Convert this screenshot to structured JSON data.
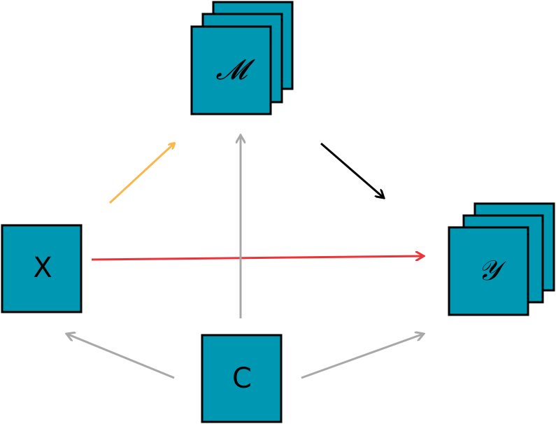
{
  "nodes": {
    "x": {
      "label": "X"
    },
    "m": {
      "label": "𝓜"
    },
    "y": {
      "label": "𝒴"
    },
    "c": {
      "label": "C"
    }
  },
  "colors": {
    "node_fill": "#0097b2",
    "node_stroke": "#000000",
    "arrow_x_to_m": "#f8b84e",
    "arrow_m_to_y": "#000000",
    "arrow_x_to_y": "#ee3338",
    "arrow_confounder": "#a8a8a8"
  },
  "edges": [
    {
      "from": "X",
      "to": "M",
      "color": "orange"
    },
    {
      "from": "M",
      "to": "Y",
      "color": "black"
    },
    {
      "from": "X",
      "to": "Y",
      "color": "red"
    },
    {
      "from": "C",
      "to": "X",
      "color": "gray"
    },
    {
      "from": "C",
      "to": "M",
      "color": "gray"
    },
    {
      "from": "C",
      "to": "Y",
      "color": "gray"
    }
  ]
}
